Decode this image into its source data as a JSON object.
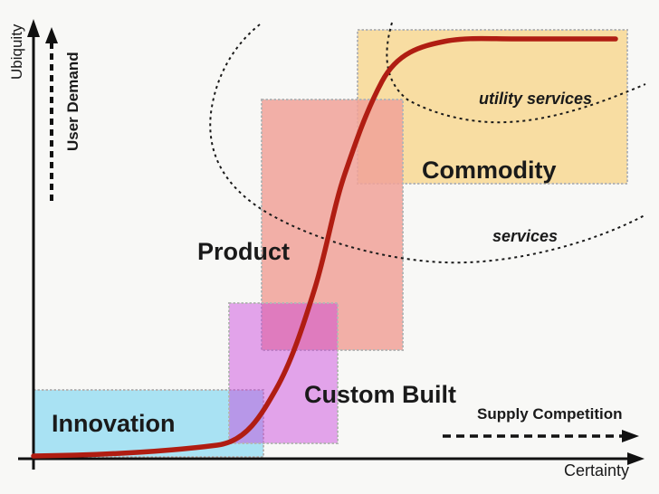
{
  "diagram": {
    "background": "#f8f8f6",
    "axes": {
      "y": {
        "label": "Ubiquity",
        "arrow_label": "User Demand"
      },
      "x": {
        "label": "Certainty",
        "arrow_label": "Supply Competition"
      },
      "line_color": "#111111"
    },
    "stages": [
      {
        "id": "innovation",
        "label": "Innovation",
        "fill": "#a9e2f3"
      },
      {
        "id": "custom-built",
        "label": "Custom Built",
        "fill": "rgba(199,59,219,0.45)"
      },
      {
        "id": "product",
        "label": "Product",
        "fill": "rgba(241,162,153,0.85)"
      },
      {
        "id": "commodity",
        "label": "Commodity",
        "fill": "#f8dda2"
      }
    ],
    "annotations": [
      {
        "id": "utility-services",
        "label": "utility services"
      },
      {
        "id": "services",
        "label": "services"
      }
    ],
    "curve": {
      "name": "evolution-s-curve",
      "color": "#b01d12"
    },
    "styles": {
      "box_border_color": "#b5b5b5",
      "arc_color": "#1a1a1a",
      "label_color": "#1a1a1a"
    }
  }
}
